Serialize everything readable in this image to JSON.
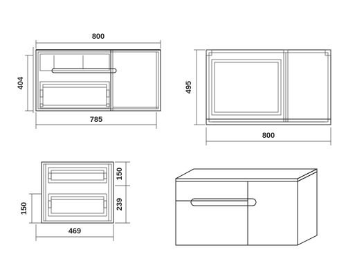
{
  "dimensions": {
    "front_width_top": "800",
    "front_height": "404",
    "front_width_bottom": "785",
    "top_depth": "495",
    "top_width": "800",
    "side_drawer_upper": "150",
    "side_drawer_lower": "239",
    "side_left_height": "150",
    "side_depth": "469"
  }
}
